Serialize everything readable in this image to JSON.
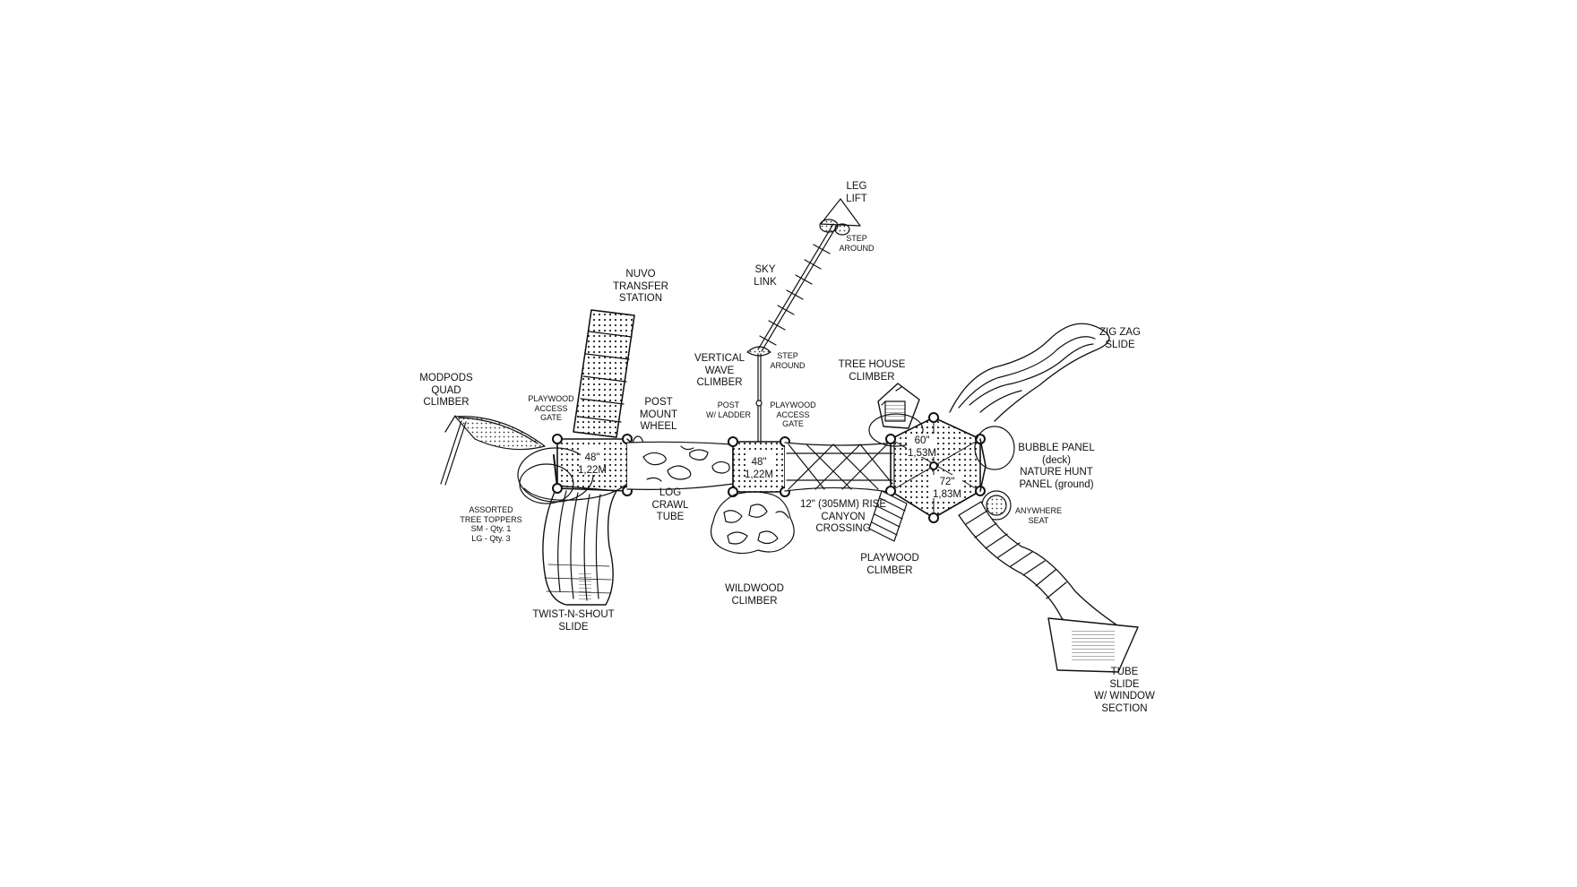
{
  "labels": {
    "modpods": [
      "MODPODS",
      "QUAD",
      "CLIMBER"
    ],
    "nuvo": [
      "NUVO",
      "TRANSFER",
      "STATION"
    ],
    "playwood_gate_left": [
      "PLAYWOOD",
      "ACCESS",
      "GATE"
    ],
    "post_mount": [
      "POST",
      "MOUNT",
      "WHEEL"
    ],
    "assorted": [
      "ASSORTED",
      "TREE TOPPERS",
      "SM - Qty. 1",
      "LG - Qty. 3"
    ],
    "log_crawl": [
      "LOG",
      "CRAWL",
      "TUBE"
    ],
    "twist": [
      "TWIST-N-SHOUT",
      "SLIDE"
    ],
    "vertical_wave": [
      "VERTICAL",
      "WAVE",
      "CLIMBER"
    ],
    "post_ladder": [
      "POST",
      "W/ LADDER"
    ],
    "playwood_gate_mid": [
      "PLAYWOOD",
      "ACCESS",
      "GATE"
    ],
    "sky_link": [
      "SKY",
      "LINK"
    ],
    "leg_lift": [
      "LEG",
      "LIFT"
    ],
    "step_around_top": [
      "STEP",
      "AROUND"
    ],
    "step_around_low": [
      "STEP",
      "AROUND"
    ],
    "wildwood": [
      "WILDWOOD",
      "CLIMBER"
    ],
    "canyon": [
      "12\" (305MM) RISE",
      "CANYON",
      "CROSSING"
    ],
    "tree_house": [
      "TREE HOUSE",
      "CLIMBER"
    ],
    "zig_zag": [
      "ZIG ZAG",
      "SLIDE"
    ],
    "bubble": [
      "BUBBLE PANEL",
      "(deck)",
      "NATURE HUNT",
      "PANEL (ground)"
    ],
    "anywhere": [
      "ANYWHERE",
      "SEAT"
    ],
    "playwood_climber": [
      "PLAYWOOD",
      "CLIMBER"
    ],
    "tube_slide": [
      "TUBE",
      "SLIDE",
      "W/ WINDOW",
      "SECTION"
    ]
  },
  "decks": {
    "deck1": [
      "48\"",
      "1,22M"
    ],
    "deck2": [
      "48\"",
      "1,22M"
    ],
    "deck3": [
      "60\"",
      "1,53M"
    ],
    "deck4": [
      "72\"",
      "1,83M"
    ]
  }
}
